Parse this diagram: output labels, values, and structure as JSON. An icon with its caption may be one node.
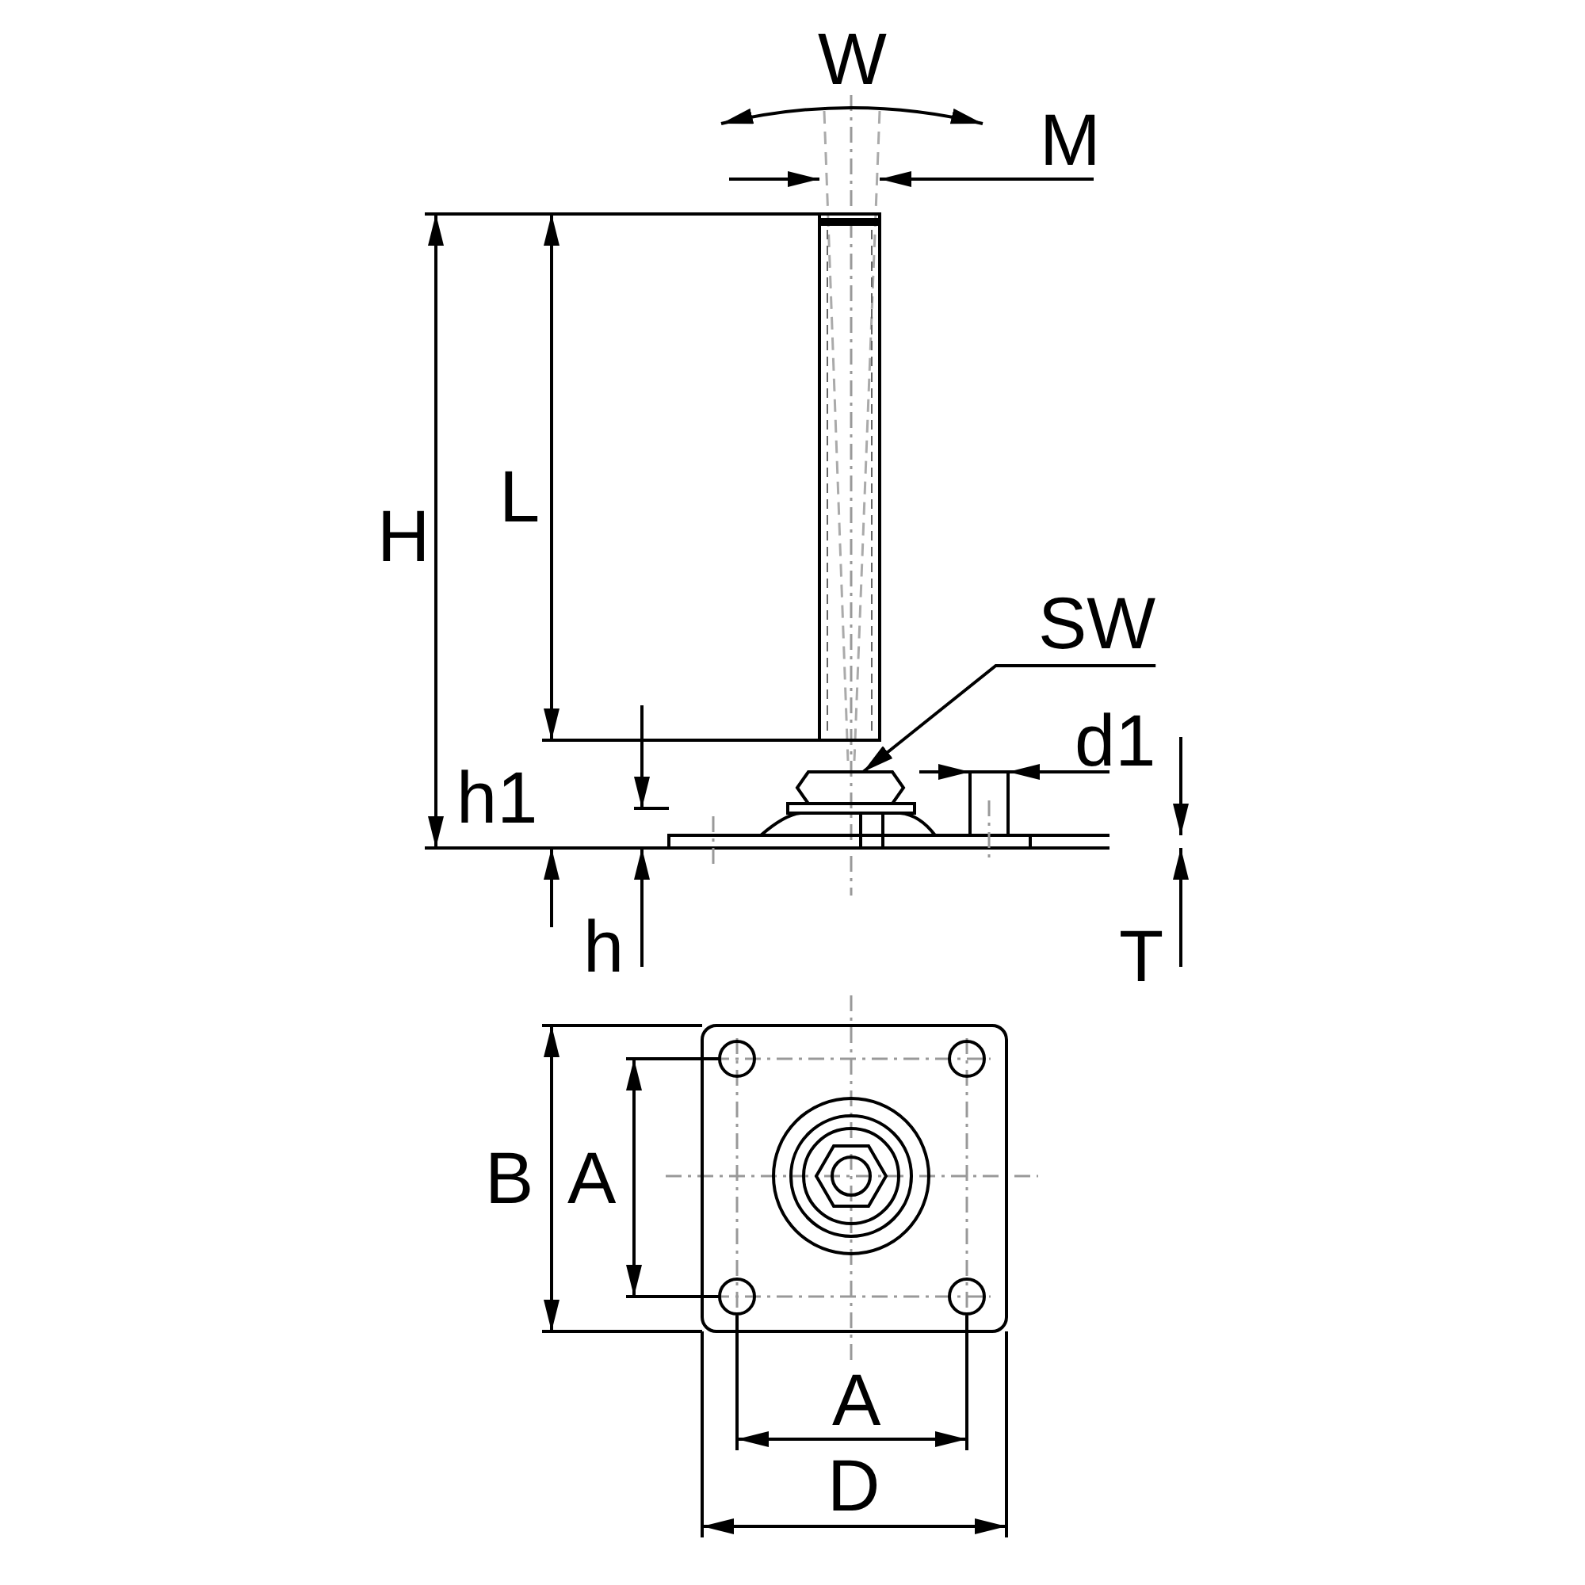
{
  "diagram": {
    "nodes": [
      {
        "text": [
          "SW"
        ]
      },
      {
        "text": [],
        "shape": "picture"
      }
    ],
    "edges": [
      {
        "from": 0,
        "to": 1,
        "arrow": "to"
      }
    ],
    "labels": [
      "W",
      "M",
      "H",
      "L",
      "d1",
      "h1",
      "h",
      "T",
      "B",
      "A",
      "A",
      "D"
    ]
  }
}
